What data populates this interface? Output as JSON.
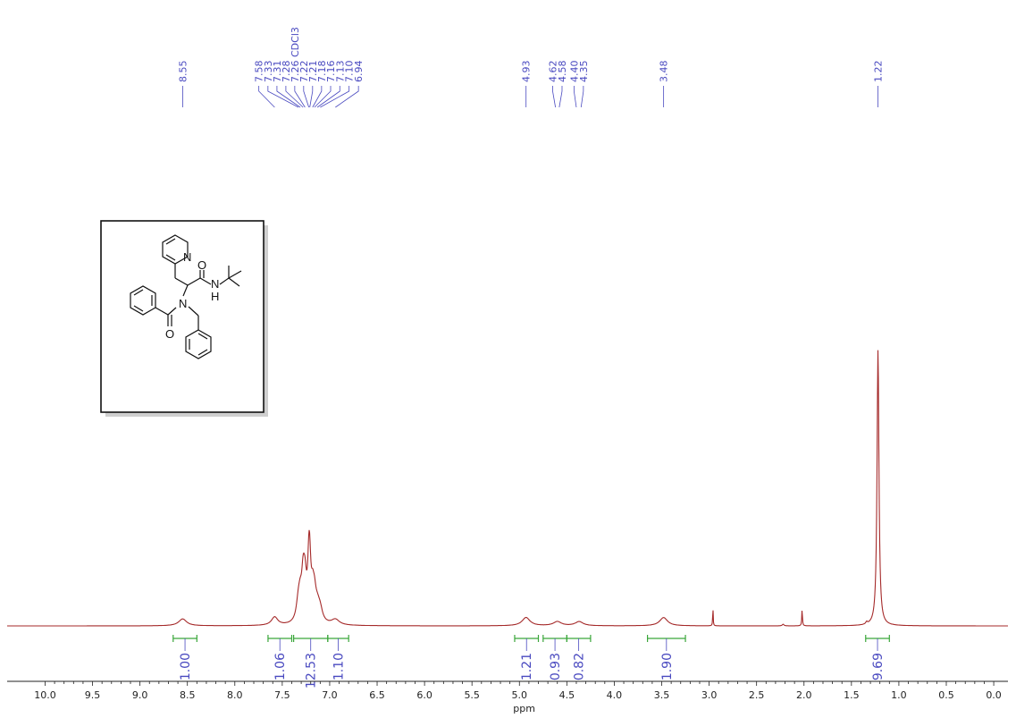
{
  "chart_data": {
    "type": "line",
    "title": "",
    "xlabel": "ppm",
    "ylabel": "",
    "xlim": [
      10.4,
      -0.15
    ],
    "x_reversed": true,
    "grid": false,
    "xticks": [
      "10.0",
      "9.5",
      "9.0",
      "8.5",
      "8.0",
      "7.5",
      "7.0",
      "6.5",
      "6.0",
      "5.5",
      "5.0",
      "4.5",
      "4.0",
      "3.5",
      "3.0",
      "2.5",
      "2.0",
      "1.5",
      "1.0",
      "0.5",
      "0.0"
    ],
    "series": [
      {
        "color": "#a52a2a",
        "peaks": [
          {
            "ppm": 8.55,
            "height": 0.025,
            "width": 0.05
          },
          {
            "ppm": 7.58,
            "height": 0.03,
            "width": 0.04
          },
          {
            "ppm": 7.33,
            "height": 0.07,
            "width": 0.025
          },
          {
            "ppm": 7.31,
            "height": 0.06,
            "width": 0.02
          },
          {
            "ppm": 7.28,
            "height": 0.14,
            "width": 0.02
          },
          {
            "ppm": 7.26,
            "height": 0.12,
            "width": 0.02
          },
          {
            "ppm": 7.22,
            "height": 0.16,
            "width": 0.015
          },
          {
            "ppm": 7.21,
            "height": 0.14,
            "width": 0.015
          },
          {
            "ppm": 7.18,
            "height": 0.09,
            "width": 0.02
          },
          {
            "ppm": 7.16,
            "height": 0.07,
            "width": 0.02
          },
          {
            "ppm": 7.13,
            "height": 0.05,
            "width": 0.03
          },
          {
            "ppm": 7.1,
            "height": 0.04,
            "width": 0.03
          },
          {
            "ppm": 6.94,
            "height": 0.02,
            "width": 0.05
          },
          {
            "ppm": 4.93,
            "height": 0.03,
            "width": 0.05
          },
          {
            "ppm": 4.6,
            "height": 0.015,
            "width": 0.05
          },
          {
            "ppm": 4.37,
            "height": 0.015,
            "width": 0.05
          },
          {
            "ppm": 3.48,
            "height": 0.03,
            "width": 0.05
          },
          {
            "ppm": 2.96,
            "height": 0.07,
            "width": 0.003
          },
          {
            "ppm": 2.02,
            "height": 0.06,
            "width": 0.004
          },
          {
            "ppm": 2.22,
            "height": 0.006,
            "width": 0.01
          },
          {
            "ppm": 1.34,
            "height": 0.008,
            "width": 0.01
          },
          {
            "ppm": 1.22,
            "height": 1.0,
            "width": 0.012
          }
        ]
      }
    ],
    "peak_labels": [
      {
        "ppm": 8.55,
        "label": "8.55"
      },
      {
        "ppm": 7.58,
        "label": "7.58"
      },
      {
        "ppm": 7.33,
        "label": "7.33"
      },
      {
        "ppm": 7.31,
        "label": "7.31"
      },
      {
        "ppm": 7.28,
        "label": "7.28"
      },
      {
        "ppm": 7.26,
        "label": "7.26 CDCl3"
      },
      {
        "ppm": 7.22,
        "label": "7.22"
      },
      {
        "ppm": 7.21,
        "label": "7.21"
      },
      {
        "ppm": 7.18,
        "label": "7.18"
      },
      {
        "ppm": 7.16,
        "label": "7.16"
      },
      {
        "ppm": 7.13,
        "label": "7.13"
      },
      {
        "ppm": 7.1,
        "label": "7.10"
      },
      {
        "ppm": 6.94,
        "label": "6.94"
      },
      {
        "ppm": 4.93,
        "label": "4.93"
      },
      {
        "ppm": 4.62,
        "label": "4.62"
      },
      {
        "ppm": 4.58,
        "label": "4.58"
      },
      {
        "ppm": 4.4,
        "label": "4.40"
      },
      {
        "ppm": 4.35,
        "label": "4.35"
      },
      {
        "ppm": 3.48,
        "label": "3.48"
      },
      {
        "ppm": 1.22,
        "label": "1.22"
      }
    ],
    "integrals": [
      {
        "from": 8.65,
        "to": 8.4,
        "value": "1.00"
      },
      {
        "from": 7.65,
        "to": 7.4,
        "value": "1.06"
      },
      {
        "from": 7.38,
        "to": 7.02,
        "value": "12.53"
      },
      {
        "from": 7.02,
        "to": 6.8,
        "value": "1.10"
      },
      {
        "from": 5.05,
        "to": 4.8,
        "value": "1.21"
      },
      {
        "from": 4.75,
        "to": 4.5,
        "value": "0.93"
      },
      {
        "from": 4.5,
        "to": 4.25,
        "value": "0.82"
      },
      {
        "from": 3.65,
        "to": 3.25,
        "value": "1.90"
      },
      {
        "from": 1.35,
        "to": 1.1,
        "value": "9.69"
      }
    ]
  },
  "structure": {
    "atoms": {
      "n_pyridine": "N",
      "o_amide": "O",
      "nh_amide": "N",
      "h_amide": "H",
      "n_tertiary": "N",
      "o_benzoyl": "O"
    }
  }
}
